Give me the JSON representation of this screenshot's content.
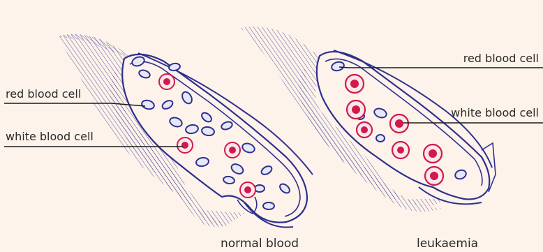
{
  "diagram": {
    "left_panel": {
      "caption": "normal blood",
      "label_red": "red blood cell",
      "label_white": "white blood cell"
    },
    "right_panel": {
      "caption": "leukaemia",
      "label_red": "red blood cell",
      "label_white": "white blood cell"
    }
  },
  "colors": {
    "background": "#fdf3ea",
    "vessel_ink": "#2e2f8f",
    "red_cell_ink": "#2e2f8f",
    "white_cell_ink": "#d01a4a",
    "leader_line": "#1a1a1a"
  }
}
